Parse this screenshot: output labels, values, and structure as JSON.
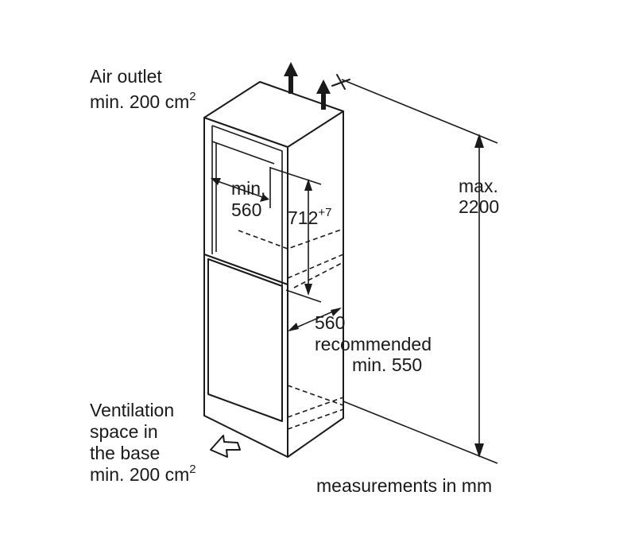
{
  "labels": {
    "air_outlet_line1": "Air outlet",
    "air_outlet_line2": "min. 200 cm",
    "air_outlet_sup": "2",
    "width_min_line1": "min.",
    "width_min_line2": "560",
    "height_main": "712",
    "height_sup": "+7",
    "max_line1": "max.",
    "max_line2": "2200",
    "depth_value": "560",
    "depth_recommended": "recommended",
    "depth_min": "min. 550",
    "vent_line1": "Ventilation",
    "vent_line2": "space in",
    "vent_line3": "the base",
    "vent_line4": "min. 200 cm",
    "vent_sup": "2",
    "units_note": "measurements in mm"
  },
  "colors": {
    "line": "#1a1a1a",
    "background": "#ffffff"
  }
}
